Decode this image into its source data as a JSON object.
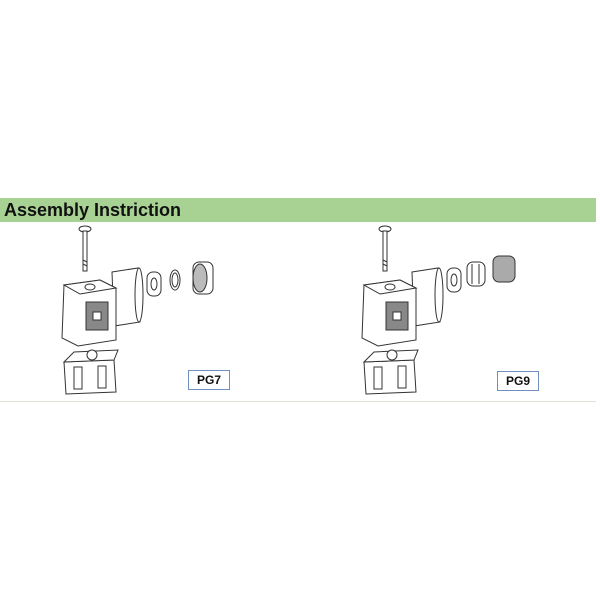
{
  "section": {
    "title": "Assembly Instriction"
  },
  "assemblies": [
    {
      "label": "PG7"
    },
    {
      "label": "PG9"
    }
  ],
  "colors": {
    "banner": "#a8d293",
    "label_border": "#6f8fc0"
  }
}
